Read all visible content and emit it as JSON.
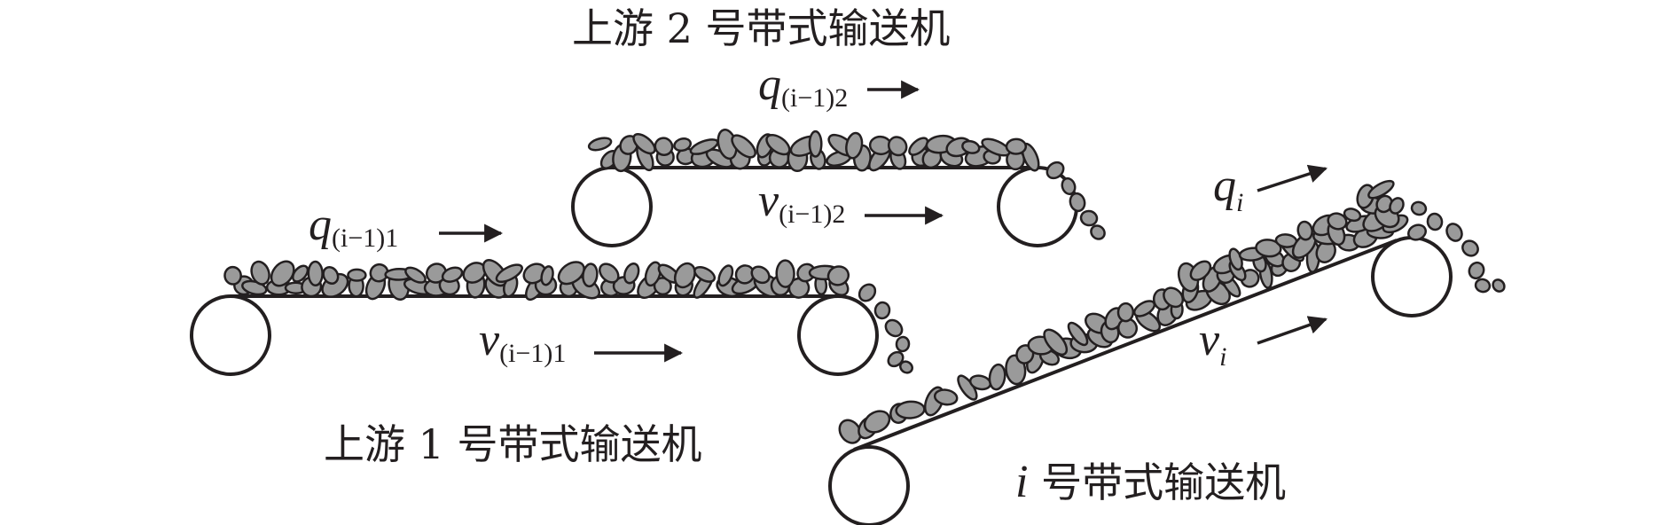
{
  "conveyors": {
    "upstream_2": {
      "label": "上游 2 号带式输送机",
      "flow": {
        "symbol": "q",
        "subscript": "(i−1)2"
      },
      "speed": {
        "symbol": "v",
        "subscript": "(i−1)2"
      }
    },
    "upstream_1": {
      "label": "上游 1 号带式输送机",
      "flow": {
        "symbol": "q",
        "subscript": "(i−1)1"
      },
      "speed": {
        "symbol": "v",
        "subscript": "(i−1)1"
      }
    },
    "main": {
      "label_var": "i",
      "label_text": " 号带式输送机",
      "flow": {
        "symbol": "q",
        "subscript": "i"
      },
      "speed": {
        "symbol": "v",
        "subscript": "i"
      }
    }
  },
  "colors": {
    "ink": "#231f20",
    "material": "#9a9a9a"
  }
}
